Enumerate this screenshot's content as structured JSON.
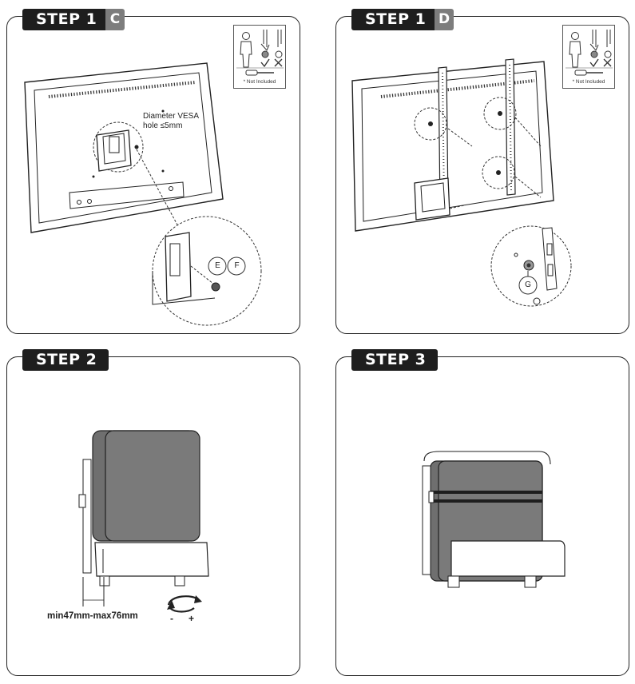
{
  "steps": [
    {
      "label": "STEP 1",
      "sub": "C"
    },
    {
      "label": "STEP 1",
      "sub": "D"
    },
    {
      "label": "STEP 2"
    },
    {
      "label": "STEP 3"
    }
  ],
  "tools_note": "* Not Included",
  "vesa_note_line1": "Diameter VESA",
  "vesa_note_line2": "hole ≤5mm",
  "parts": {
    "e": "E",
    "f": "F",
    "g": "G"
  },
  "range_label": "min47mm-max76mm",
  "minus": "-",
  "plus": "+",
  "icons": [
    "person-icon",
    "screwdriver-check-icon",
    "screwdriver-cross-icon",
    "screwdriver-icon",
    "rotate-arrows-icon"
  ]
}
